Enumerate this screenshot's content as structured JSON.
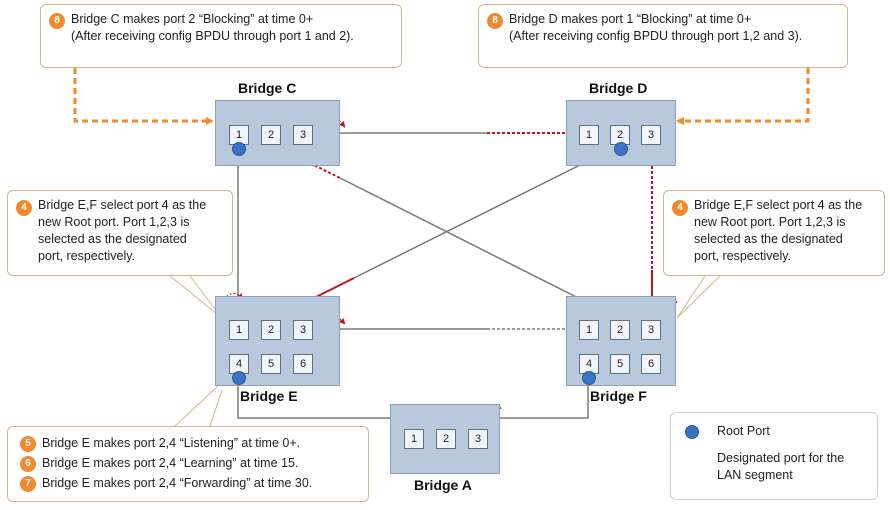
{
  "callouts": {
    "top_left": {
      "num": "8",
      "line1": "Bridge C makes port 2 “Blocking” at time 0+",
      "line2": "(After receiving config BPDU through port 1 and 2)."
    },
    "top_right": {
      "num": "8",
      "line1": "Bridge D makes port 1 “Blocking” at time 0+",
      "line2": "(After receiving config BPDU through port 1,2 and 3)."
    },
    "mid_left": {
      "num": "4",
      "lines": [
        "Bridge E,F select port 4 as the",
        "new Root port. Port 1,2,3 is",
        "selected as the designated",
        "port, respectively."
      ]
    },
    "mid_right": {
      "num": "4",
      "lines": [
        "Bridge E,F select port 4 as the",
        "new Root port. Port 1,2,3 is",
        "selected as the designated",
        "port, respectively."
      ]
    },
    "bottom_left": [
      {
        "num": "5",
        "text": "Bridge E makes port 2,4 “Listening” at time 0+."
      },
      {
        "num": "6",
        "text": "Bridge E makes port 2,4 “Learning” at time 15."
      },
      {
        "num": "7",
        "text": "Bridge E makes port 2,4 “Forwarding” at time 30."
      }
    ]
  },
  "bridges": {
    "C": {
      "name": "Bridge C",
      "ports": [
        "1",
        "2",
        "3"
      ]
    },
    "D": {
      "name": "Bridge D",
      "ports": [
        "1",
        "2",
        "3"
      ]
    },
    "E": {
      "name": "Bridge E",
      "ports": [
        "1",
        "2",
        "3",
        "4",
        "5",
        "6"
      ]
    },
    "F": {
      "name": "Bridge F",
      "ports": [
        "1",
        "2",
        "3",
        "4",
        "5",
        "6"
      ]
    },
    "A": {
      "name": "Bridge A",
      "ports": [
        "1",
        "2",
        "3"
      ]
    }
  },
  "legend": {
    "root_port": "Root Port",
    "designated_line1": "Designated port for the",
    "designated_line2": "LAN segment"
  },
  "colors": {
    "orange": "#f08a2c",
    "bridge_fill": "#b8c9dd",
    "link_gray": "#7a7a7a",
    "link_red": "#c0161b",
    "root_blue": "#3b73c4"
  }
}
